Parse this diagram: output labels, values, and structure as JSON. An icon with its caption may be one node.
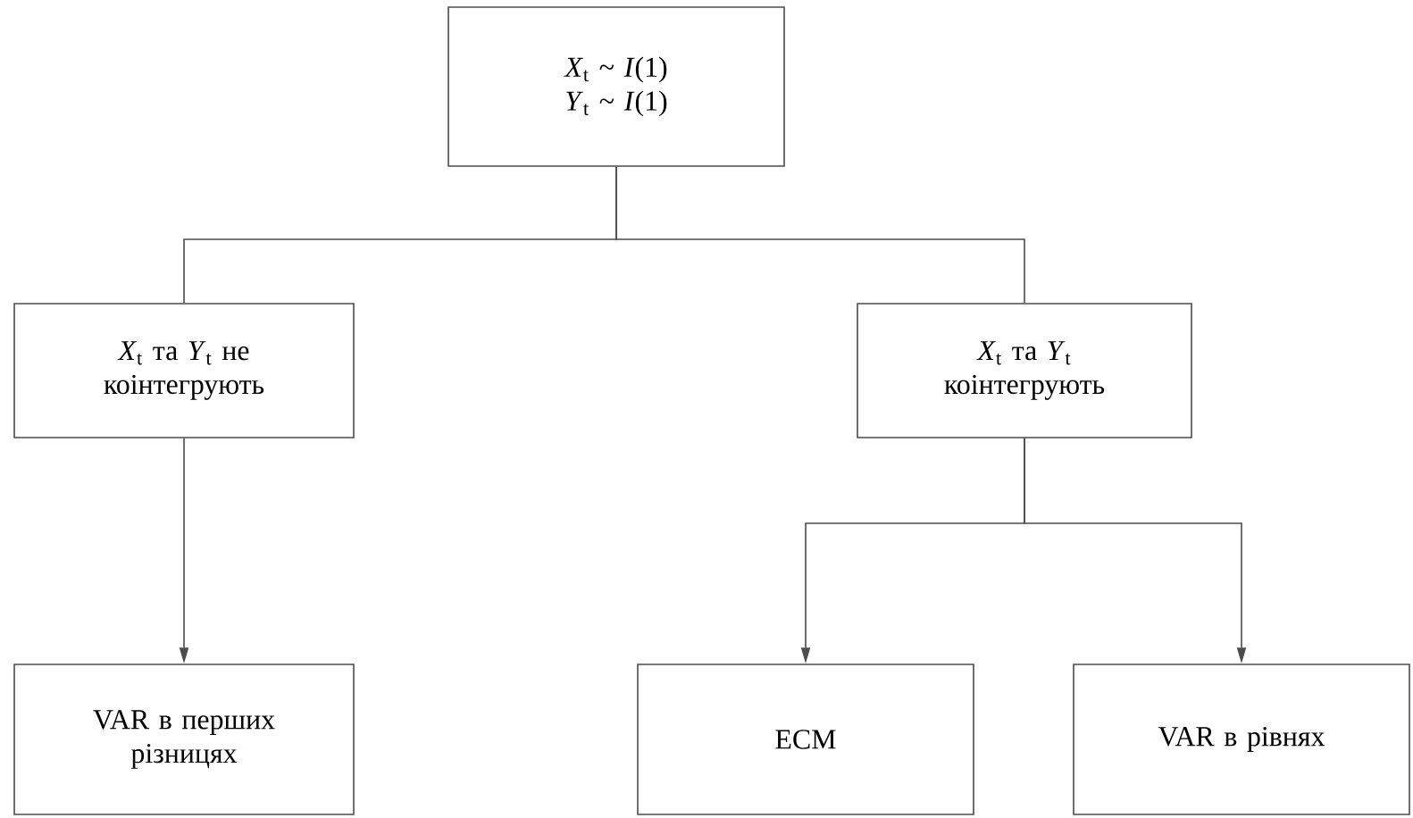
{
  "diagram": {
    "nodes": [
      {
        "text": [
          "*X*$_{t}$ ~ *I*(1) *Y*$_{t}$ ~ *I*(1)"
        ]
      },
      {
        "text": [
          "*X*$_{t}$ та *Y*$_{t}$ не коінтегрують"
        ]
      },
      {
        "text": [
          "*X*$_{t}$ та *Y*$_{t}$ коінтегрують"
        ]
      },
      {
        "text": [
          "VAR в перших різницях"
        ]
      },
      {
        "text": [
          "ECM"
        ]
      },
      {
        "text": [
          "VAR в рівнях"
        ]
      }
    ],
    "edges": [
      {
        "from": 0,
        "to": 1,
        "arrow": "none"
      },
      {
        "from": 0,
        "to": 2,
        "arrow": "none"
      },
      {
        "from": 1,
        "to": 3,
        "arrow": "to"
      },
      {
        "from": 2,
        "to": 4,
        "arrow": "to"
      },
      {
        "from": 2,
        "to": 5,
        "arrow": "to"
      }
    ]
  }
}
